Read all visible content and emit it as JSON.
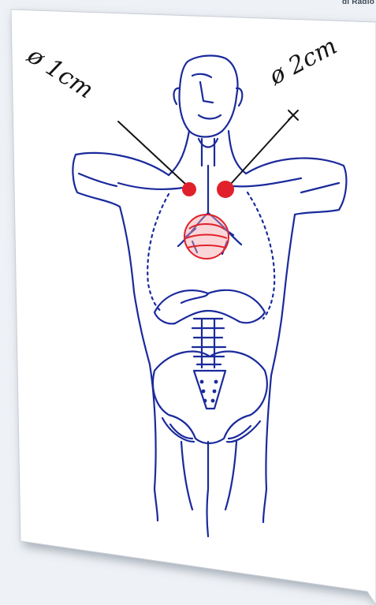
{
  "header": {
    "corner_text": "di Radio"
  },
  "annotations": {
    "left_node": "ø 1cm",
    "right_node": "ø 2cm"
  },
  "colors": {
    "background": "#eef1f5",
    "paper": "#ffffff",
    "outline": "#1a2a9c",
    "lesion": "#e0212b",
    "pen": "#141414"
  },
  "icons": {
    "figure": "human-body-outline-icon",
    "lesions": "lymph-node-marker-icon"
  }
}
